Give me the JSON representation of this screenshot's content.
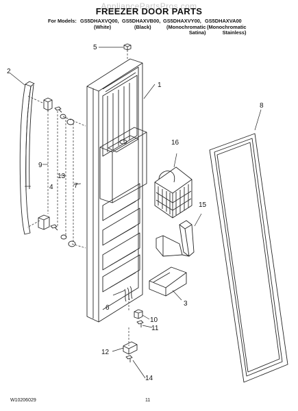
{
  "watermark": "AppliancePartsPros.com",
  "title": "FREEZER DOOR PARTS",
  "header": {
    "for_models_label": "For Models:",
    "models": [
      {
        "code": "GS5DHAXVQ00,",
        "variant": "(White)"
      },
      {
        "code": "GS5DHAXVB00,",
        "variant": "(Black)"
      },
      {
        "code": "GS5DHAXVY00,",
        "variant": "(Monochromatic\nSatina)"
      },
      {
        "code": "GS5DHAXVA00",
        "variant": "(Monochromatic\nStainless)"
      }
    ]
  },
  "callouts": [
    "1",
    "2",
    "3",
    "4",
    "5",
    "6",
    "7",
    "8",
    "9",
    "10",
    "11",
    "12",
    "13",
    "14",
    "15",
    "16"
  ],
  "footer": {
    "doc_number": "W10206029",
    "page_number": "11"
  }
}
